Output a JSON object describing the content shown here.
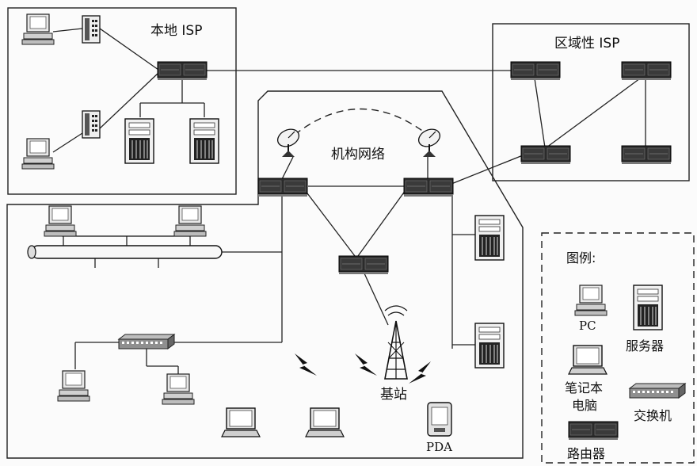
{
  "labels": {
    "local_isp": "本地 ISP",
    "regional_isp": "区域性 ISP",
    "institution_network": "机构网络",
    "base_station": "基站",
    "pda": "PDA"
  },
  "legend": {
    "title": "图例:",
    "pc": "PC",
    "server": "服务器",
    "laptop_line1": "笔记本",
    "laptop_line2": "电脑",
    "switch": "交换机",
    "router": "路由器"
  }
}
